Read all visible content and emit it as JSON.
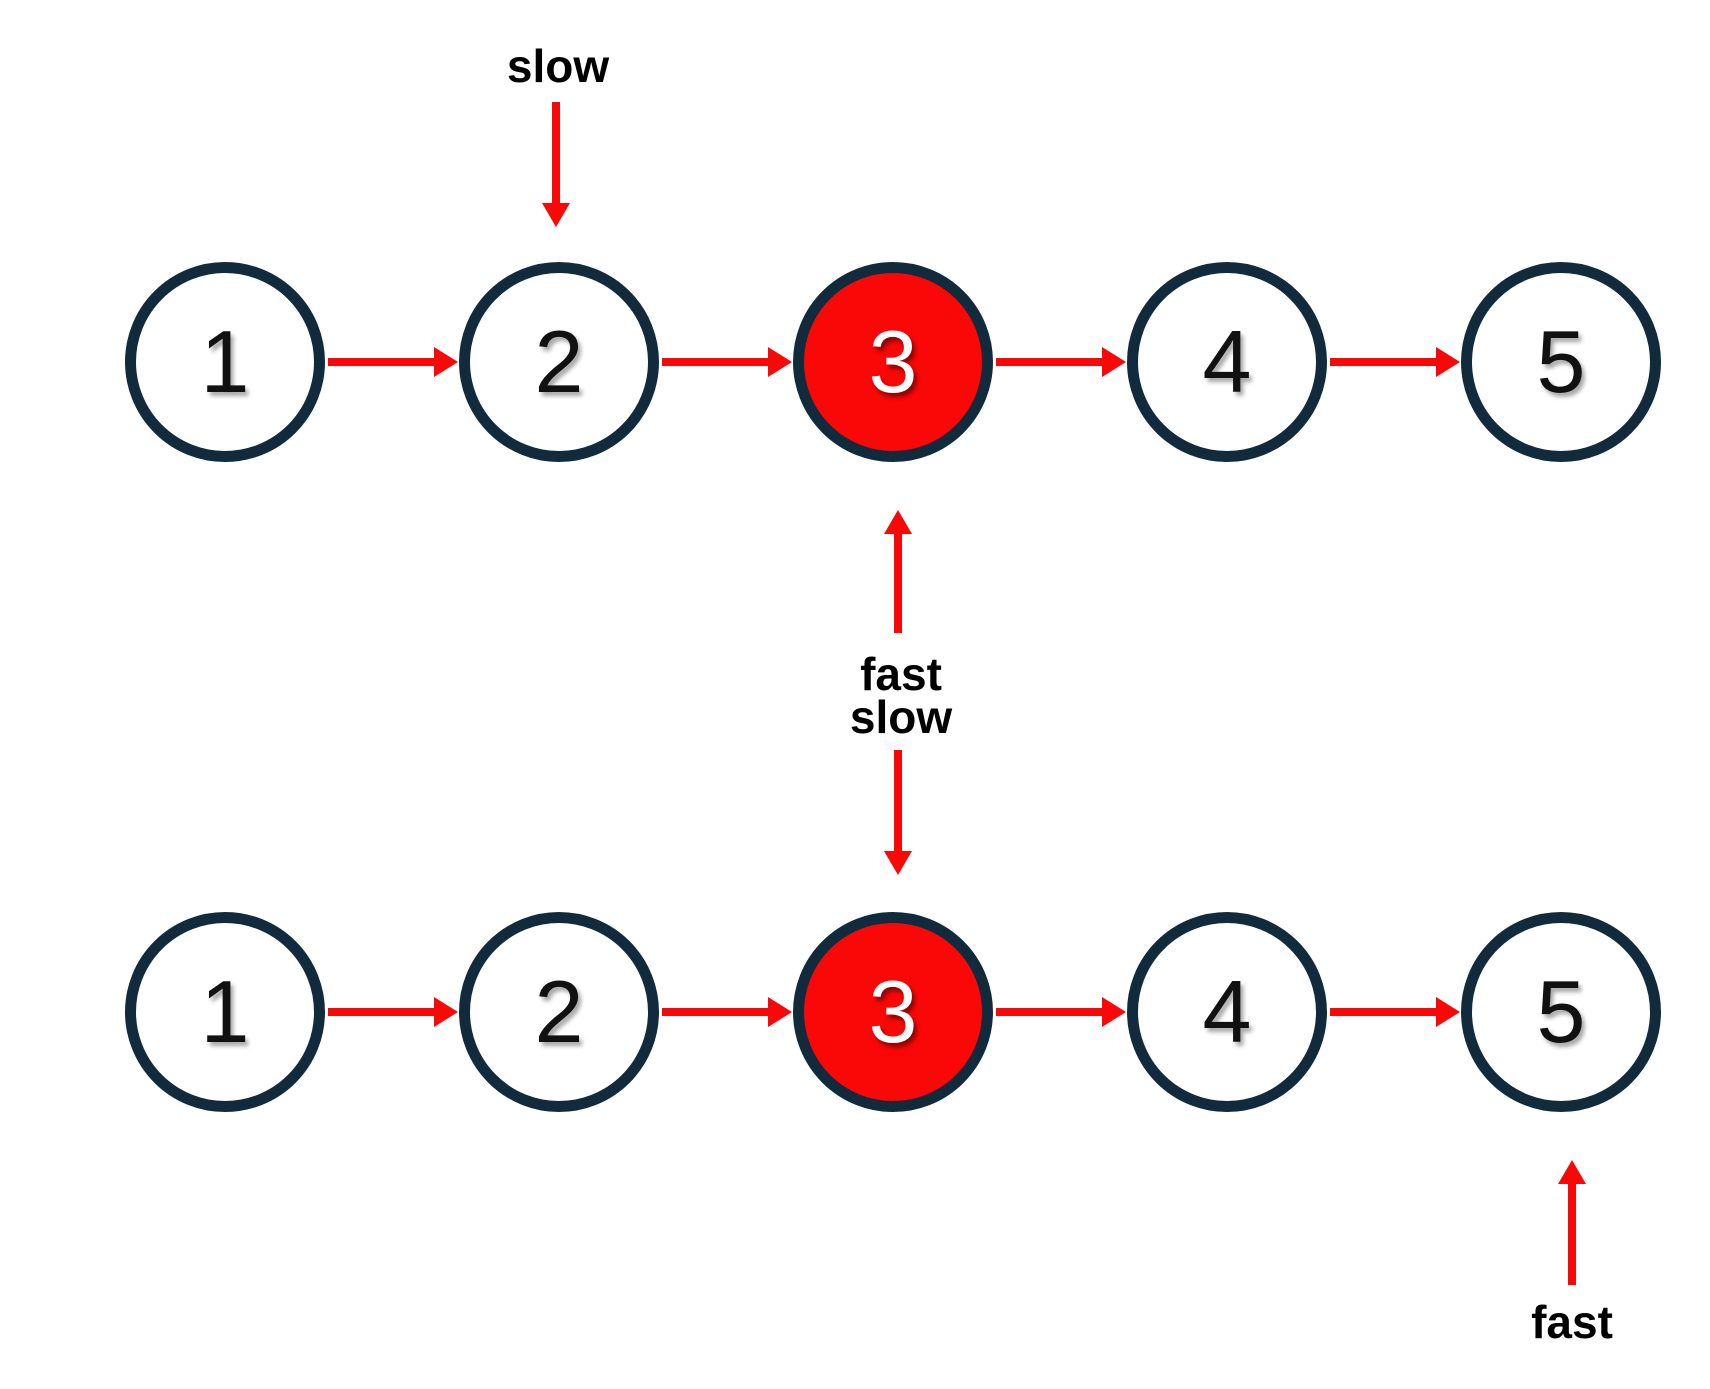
{
  "diagram": {
    "background": "#ffffff",
    "colors": {
      "red": "#fa0707",
      "navy": "#122b3c",
      "label": "#000000",
      "digit": "#111111",
      "highlight_digit": "#ffffff"
    },
    "pointers": {
      "top": {
        "label": "slow"
      },
      "middle": {
        "line1": "fast",
        "line2": "slow"
      },
      "bottom": {
        "label": "fast"
      }
    },
    "lists": {
      "top": {
        "nodes": [
          {
            "label": "1",
            "highlighted": false
          },
          {
            "label": "2",
            "highlighted": false
          },
          {
            "label": "3",
            "highlighted": true
          },
          {
            "label": "4",
            "highlighted": false
          },
          {
            "label": "5",
            "highlighted": false
          }
        ]
      },
      "bottom": {
        "nodes": [
          {
            "label": "1",
            "highlighted": false
          },
          {
            "label": "2",
            "highlighted": false
          },
          {
            "label": "3",
            "highlighted": true
          },
          {
            "label": "4",
            "highlighted": false
          },
          {
            "label": "5",
            "highlighted": false
          }
        ]
      }
    }
  }
}
